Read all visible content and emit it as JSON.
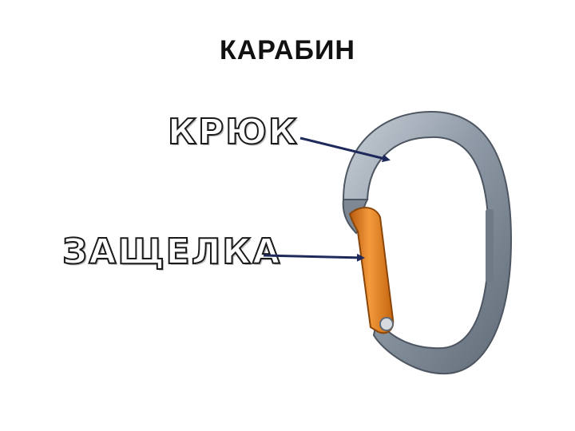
{
  "title": "КАРАБИН",
  "labels": {
    "hook": "КРЮК",
    "latch": "ЗАЩЕЛКА"
  },
  "colors": {
    "arrow": "#1f2a5c",
    "carabiner_body": "#8e99a6",
    "gate": "#e07a1f"
  }
}
